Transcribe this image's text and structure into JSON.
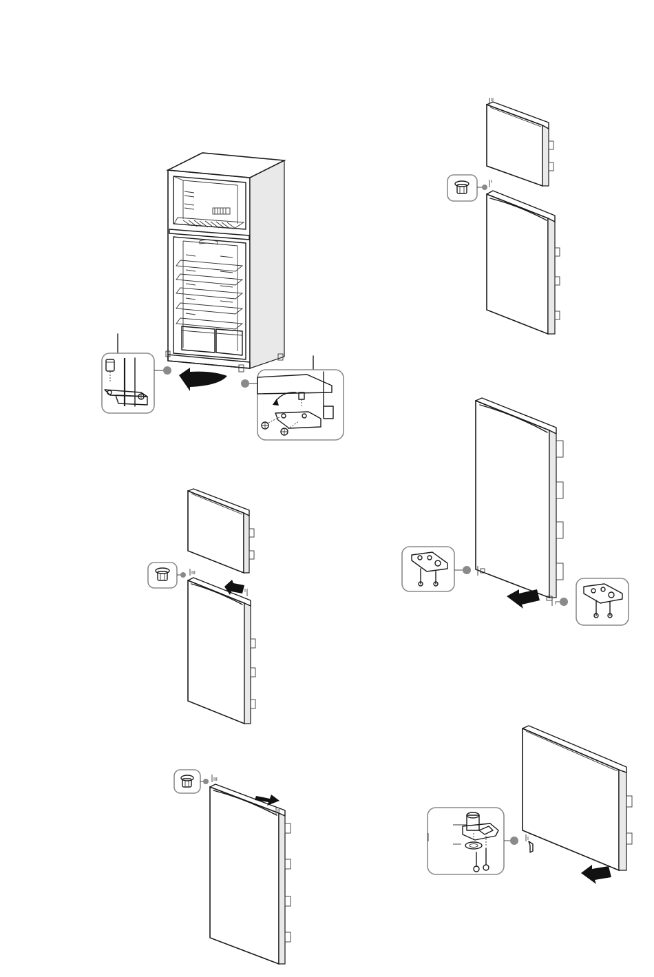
{
  "figures": [
    {
      "id": "fig-cabinet-rear-hinge"
    },
    {
      "id": "fig-freezer-door-removed"
    },
    {
      "id": "fig-freezer-door-reinstall"
    },
    {
      "id": "fig-fridge-door-slide-off"
    },
    {
      "id": "fig-door-bottom-hinges"
    },
    {
      "id": "fig-door-attach-hinge"
    }
  ],
  "colors": {
    "line": "#1a1a1a",
    "callout_border": "#8a8a8a",
    "arrow": "#111111",
    "door_edge": "#e9e9e9"
  },
  "icons": [
    "hinge-pin-icon",
    "screw-icon",
    "hinge-bracket-icon",
    "direction-arrow-icon"
  ]
}
